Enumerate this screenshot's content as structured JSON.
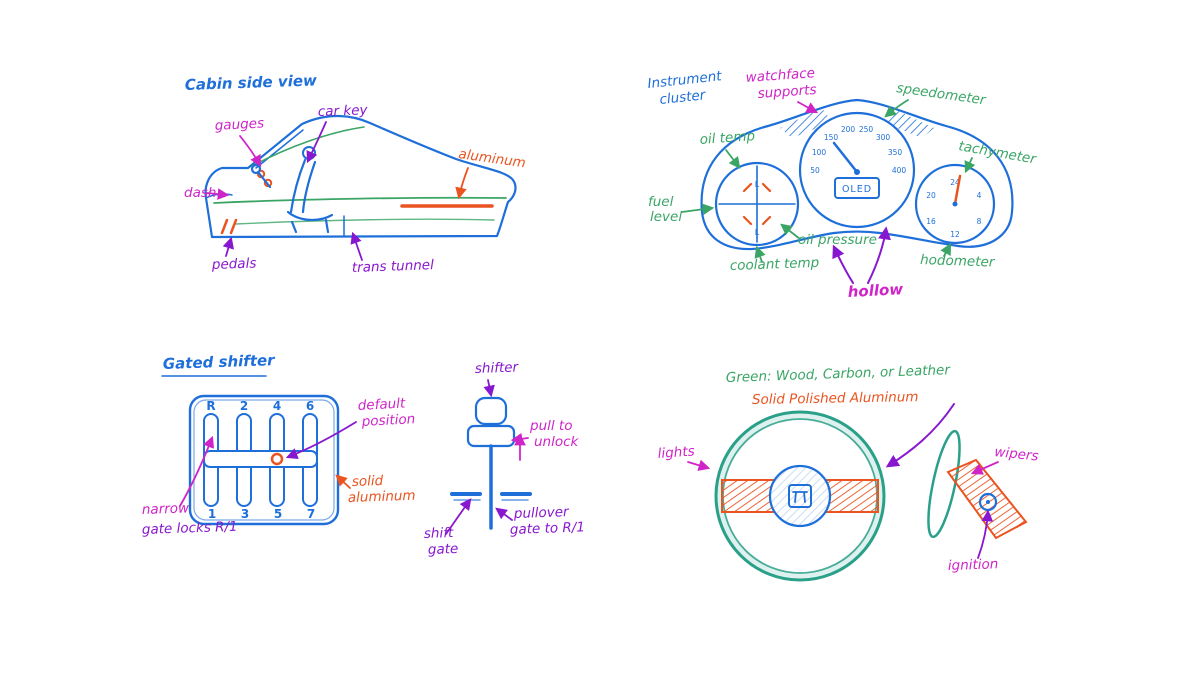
{
  "ink_colors": {
    "blue": "#1e6fd9",
    "green": "#3aa565",
    "teal": "#2aa08a",
    "magenta": "#cf25c8",
    "purple": "#8818cf",
    "orange": "#ea5420"
  },
  "cabin": {
    "title": "Cabin side view",
    "labels": {
      "gauges": "gauges",
      "car_key": "car key",
      "dash": "dash",
      "aluminum": "aluminum",
      "pedals": "pedals",
      "trans_tunnel": "trans tunnel"
    }
  },
  "cluster": {
    "title": [
      "Instrument",
      "cluster"
    ],
    "labels": {
      "watchface": [
        "watchface",
        "supports"
      ],
      "speedometer": "speedometer",
      "oil_temp": "oil temp",
      "tachymeter": "tachymeter",
      "fuel": [
        "fuel",
        "level"
      ],
      "oil_pressure": "oil pressure",
      "coolant_temp": "coolant temp",
      "hodometer": "hodometer",
      "hollow": "hollow",
      "oled": "OLED"
    },
    "speedo_ticks": [
      "50",
      "100",
      "150",
      "200",
      "250",
      "300",
      "350",
      "400"
    ],
    "clock_ticks": [
      "24",
      "4",
      "8",
      "12",
      "16",
      "20"
    ],
    "quad_marks": [
      "L",
      "L"
    ]
  },
  "shifter": {
    "title": "Gated shifter",
    "gears_top": [
      "R",
      "2",
      "4",
      "6"
    ],
    "gears_bottom": [
      "1",
      "3",
      "5",
      "7"
    ],
    "labels": {
      "default_position": [
        "default",
        "position"
      ],
      "solid_aluminum": [
        "solid",
        "aluminum"
      ],
      "narrow": "narrow",
      "gate_locks": "gate locks R/1",
      "shifter": "shifter",
      "pull_to_unlock": [
        "pull to",
        "unlock"
      ],
      "shift_gate": [
        "shift",
        "gate"
      ],
      "pullover": [
        "pullover",
        "gate to R/1"
      ]
    }
  },
  "steering": {
    "note_green": "Green: Wood, Carbon, or Leather",
    "note_orange": "Solid Polished Aluminum",
    "labels": {
      "lights": "lights",
      "wipers": "wipers",
      "ignition": "ignition"
    }
  }
}
